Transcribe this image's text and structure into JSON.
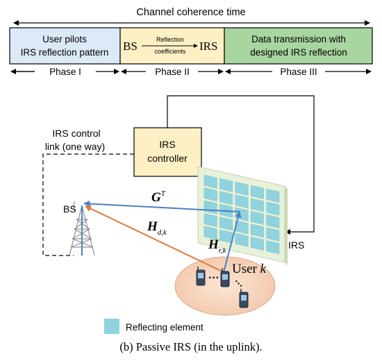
{
  "timeline": {
    "coherence_label": "Channel coherence time",
    "phase1": {
      "line1": "User pilots",
      "line2": "IRS reflection pattern",
      "label": "Phase I",
      "fill": "#dce9f7"
    },
    "phase2": {
      "bs": "BS",
      "irs": "IRS",
      "arrow_line1": "Reflection",
      "arrow_line2": "coefficients",
      "label": "Phase II",
      "fill": "#fdf0c4"
    },
    "phase3": {
      "line1": "Data transmission with",
      "line2": "designed IRS reflection",
      "label": "Phase III",
      "fill": "#a8d5a0"
    }
  },
  "diagram": {
    "control_link_line1": "IRS control",
    "control_link_line2": "link (one way)",
    "controller_line1": "IRS",
    "controller_line2": "controller",
    "controller_fill": "#fdf0c4",
    "bs_label": "BS",
    "irs_label": "IRS",
    "user_label": "User",
    "user_var": "k",
    "channel_g": {
      "main": "G",
      "sup": "T"
    },
    "channel_hd": {
      "main": "H",
      "sub": "d,k"
    },
    "channel_hr": {
      "main": "H",
      "sub": "r,k"
    },
    "dots1": "···",
    "dots2": "···",
    "colors": {
      "blue_link": "#4a7fc1",
      "orange_link": "#e07a3c",
      "element": "#8fd3df"
    }
  },
  "legend": {
    "label": "Reflecting element"
  },
  "caption": "(b) Passive IRS (in the uplink)."
}
